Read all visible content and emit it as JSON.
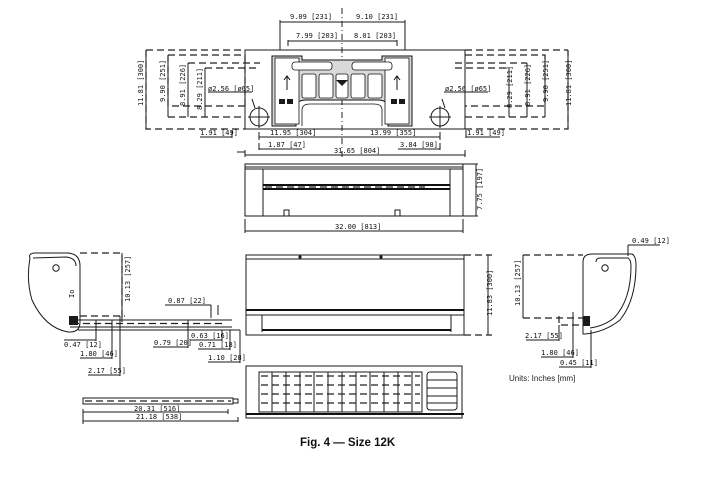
{
  "figure": {
    "caption": "Fig. 4 — Size 12K",
    "units_note": "Units: Inches [mm]"
  },
  "mounting_plate_view": {
    "top_dims": [
      "9.09 [231]",
      "9.10 [231]",
      "7.99 [203]",
      "8.01 [203]"
    ],
    "left_vertical_dims": [
      "11.81 [300]",
      "9.90 [251]",
      "8.91 [226]",
      "8.29 [211]"
    ],
    "right_vertical_dims": [
      "8.29 [211]",
      "8.91 [226]",
      "9.90 [251]",
      "11.81 [300]"
    ],
    "hole_left": "ø2.56 [ø65]",
    "hole_right": "ø2.56 [ø65]",
    "bottom_dims": {
      "left_edge": "1.91 [49]",
      "right_edge": "1.91 [49]",
      "left_hole_to_center": "11.95 [304]",
      "center_to_right_hole": "13.99 [355]",
      "left_offset": "1.87 [47]",
      "right_offset": "3.84 [98]",
      "overall_width": "31.65 [804]"
    }
  },
  "top_view": {
    "height_dim": "7.75 [197]",
    "width_dim": "32.00 [813]"
  },
  "left_side_view": {
    "height_dim": "10.13 [257]",
    "dims": [
      "0.47 [12]",
      "1.80 [46]",
      "2.17 [55]"
    ],
    "pipe_dims": [
      "0.87 [22]",
      "0.79 [20]",
      "0.63 [16]",
      "0.71 [18]",
      "1.10 [28]"
    ],
    "pipe_lengths": [
      "20.31 [516]",
      "21.18 [538]"
    ]
  },
  "front_view": {
    "height_dim": "11.83 [300]"
  },
  "right_side_view": {
    "top_dim": "0.49 [12]",
    "height_dim": "10.13 [257]",
    "dims": [
      "2.17 [55]",
      "1.80 [46]",
      "0.45 [11]"
    ]
  }
}
